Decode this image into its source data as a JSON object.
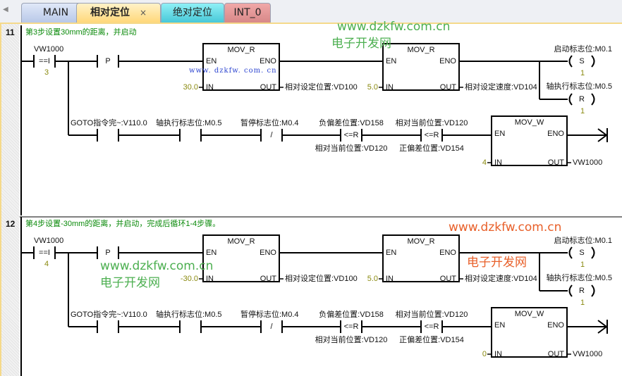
{
  "tabs": [
    {
      "label": "MAIN"
    },
    {
      "label": "相对定位",
      "active": true,
      "close": "×"
    },
    {
      "label": "绝对定位"
    },
    {
      "label": "INT_0"
    }
  ],
  "networks": [
    {
      "number": "11",
      "comment": "第3步设置30mm的距离，并启动",
      "compare": {
        "operand": "VW1000",
        "op": "==I",
        "value": "3"
      },
      "edge": "P",
      "mov1": {
        "title": "MOV_R",
        "en": "EN",
        "eno": "ENO",
        "in_label": "IN",
        "out_label": "OUT",
        "in": "30.0",
        "out": "相对设定位置:VD100"
      },
      "mov2": {
        "title": "MOV_R",
        "en": "EN",
        "eno": "ENO",
        "in_label": "IN",
        "out_label": "OUT",
        "in": "5.0",
        "out": "相对设定速度:VD104"
      },
      "coil_set": {
        "op": "S",
        "label": "启动标志位:M0.1",
        "n": "1"
      },
      "coil_reset": {
        "op": "R",
        "label": "轴执行标志位:M0.5",
        "n": "1"
      },
      "c1": "GOTO指令完~:V110.0",
      "c2": "轴执行标志位:M0.5",
      "c3": {
        "label": "暂停标志位:M0.4",
        "op": "/"
      },
      "cmp1": {
        "top": "负偏差位置:VD158",
        "op": "<=R",
        "bottom": "相对当前位置:VD120"
      },
      "cmp2": {
        "top": "相对当前位置:VD120",
        "op": "<=R",
        "bottom": "正偏差位置:VD154"
      },
      "movw": {
        "title": "MOV_W",
        "en": "EN",
        "eno": "ENO",
        "in_label": "IN",
        "out_label": "OUT",
        "in": "4",
        "out": "VW1000"
      }
    },
    {
      "number": "12",
      "comment": "第4步设置-30mm的距离，并启动，完成后循环1-4步骤。",
      "compare": {
        "operand": "VW1000",
        "op": "==I",
        "value": "4"
      },
      "edge": "P",
      "mov1": {
        "title": "MOV_R",
        "en": "EN",
        "eno": "ENO",
        "in_label": "IN",
        "out_label": "OUT",
        "in": "-30.0",
        "out": "相对设定位置:VD100"
      },
      "mov2": {
        "title": "MOV_R",
        "en": "EN",
        "eno": "ENO",
        "in_label": "IN",
        "out_label": "OUT",
        "in": "5.0",
        "out": "相对设定速度:VD104"
      },
      "coil_set": {
        "op": "S",
        "label": "启动标志位:M0.1",
        "n": "1"
      },
      "coil_reset": {
        "op": "R",
        "label": "轴执行标志位:M0.5",
        "n": "1"
      },
      "c1": "GOTO指令完~:V110.0",
      "c2": "轴执行标志位:M0.5",
      "c3": {
        "label": "暂停标志位:M0.4",
        "op": "/"
      },
      "cmp1": {
        "top": "负偏差位置:VD158",
        "op": "<=R",
        "bottom": "相对当前位置:VD120"
      },
      "cmp2": {
        "top": "相对当前位置:VD120",
        "op": "<=R",
        "bottom": "正偏差位置:VD154"
      },
      "movw": {
        "title": "MOV_W",
        "en": "EN",
        "eno": "ENO",
        "in_label": "IN",
        "out_label": "OUT",
        "in": "0",
        "out": "VW1000"
      }
    }
  ],
  "watermarks": {
    "url": "www.dzkfw.com.cn",
    "url_small": "www. dzkfw. com. cn",
    "name": "电子开发网",
    "green": "#4caf50",
    "orange": "#e8602a"
  }
}
